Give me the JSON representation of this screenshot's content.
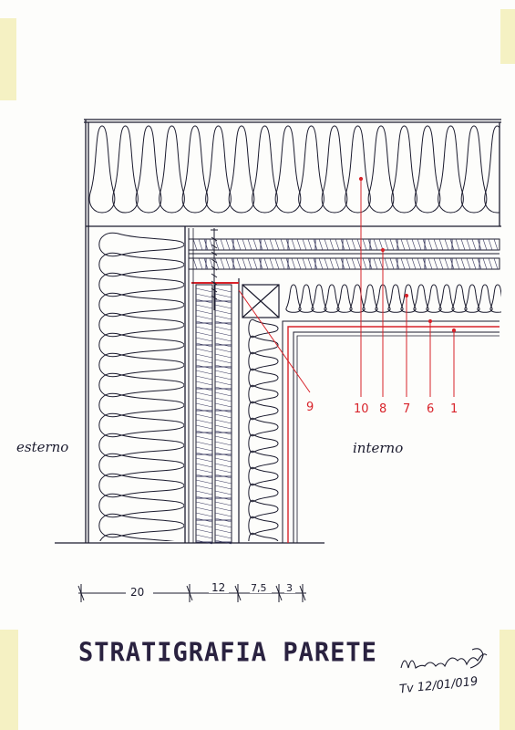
{
  "title": "STRATIGRAFIA PARETE",
  "labels": {
    "exterior": "esterno",
    "interior": "interno"
  },
  "callouts": [
    "9",
    "10",
    "8",
    "7",
    "6",
    "1"
  ],
  "dimensions": [
    "20",
    "12",
    "7,5",
    "3"
  ],
  "signature": {
    "date": "Tv 12/01/019"
  },
  "colors": {
    "ink": "#1b1b2e",
    "red_ink": "#d8232a",
    "paper": "#fdfdfb",
    "tape": "#f3eeb8"
  },
  "icons": [
    "insulation-cloud-pattern",
    "brick-hatching",
    "timber-cross-section",
    "screw-icon",
    "signature-scribble"
  ]
}
